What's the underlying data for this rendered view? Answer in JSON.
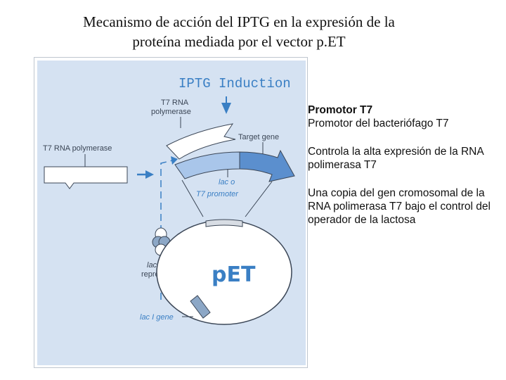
{
  "title": {
    "line1": "Mecanismo de acción del IPTG en la expresión de la",
    "line2": "proteína mediada por el vector p.ET"
  },
  "figure": {
    "heading": "IPTG Induction",
    "labels": {
      "t7_rna_polymerase_top_1": "T7 RNA",
      "t7_rna_polymerase_top_2": "polymerase",
      "t7_rna_polymerase_left": "T7 RNA polymerase",
      "target_gene": "Target gene",
      "lac_o": "lac o",
      "t7_promoter": "T7 promoter",
      "lac_repressor_1": "lac",
      "lac_repressor_2": "repressor",
      "lac_i_gene": "lac I gene",
      "plasmid": "pET"
    },
    "colors": {
      "background": "#d5e2f2",
      "arrow_dark": "#5b8fce",
      "arrow_light": "#a9c6ea",
      "accent_blue": "#3a7fc4"
    }
  },
  "notes": [
    {
      "head": "Promotor T7",
      "body": "Promotor del bacteriófago T7"
    },
    {
      "head": "",
      "body": "Controla la alta expresión de la RNA polimerasa T7"
    },
    {
      "head": "",
      "body": "Una copia del gen cromosomal de la RNA polimerasa T7 bajo el control del operador de la lactosa"
    }
  ]
}
